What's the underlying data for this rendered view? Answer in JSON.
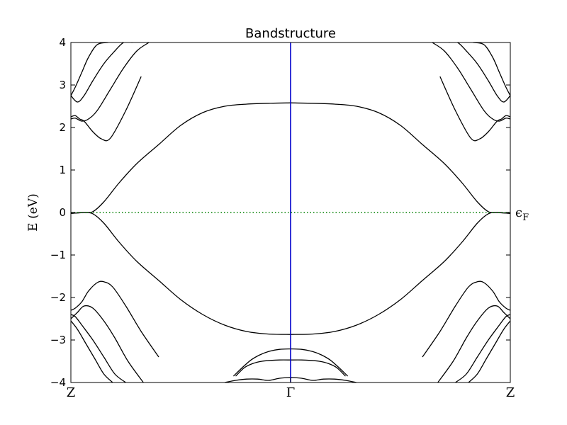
{
  "chart_data": {
    "type": "line",
    "title": "Bandstructure",
    "xlabel": "",
    "ylabel": "E (eV)",
    "xlim": [
      0,
      2
    ],
    "ylim": [
      -4,
      4
    ],
    "grid": false,
    "x_ticks": [
      {
        "value": 0,
        "label": "Z"
      },
      {
        "value": 1,
        "label": "Γ"
      },
      {
        "value": 2,
        "label": "Z"
      }
    ],
    "y_ticks": [
      -4,
      -3,
      -2,
      -1,
      0,
      1,
      2,
      3,
      4
    ],
    "fermi_level": {
      "value": 0,
      "label": "ϵ",
      "label_sub": "F",
      "color": "#008000",
      "style": "dotted"
    },
    "vertical_lines": [
      {
        "value": 1,
        "color": "#0000cc"
      }
    ],
    "band_color": "#000000",
    "bands": [
      {
        "x": [
          0.0,
          0.03,
          0.06,
          0.1,
          0.15,
          0.22,
          0.3,
          0.4,
          0.5,
          0.6,
          0.7,
          0.8,
          0.9,
          1.0
        ],
        "values": [
          -0.02,
          -0.01,
          0.0,
          0.02,
          0.25,
          0.7,
          1.15,
          1.6,
          2.05,
          2.35,
          2.5,
          2.55,
          2.57,
          2.58
        ]
      },
      {
        "x": [
          0.0,
          0.03,
          0.06,
          0.1,
          0.15,
          0.22,
          0.3,
          0.4,
          0.5,
          0.6,
          0.7,
          0.8,
          0.9,
          1.0
        ],
        "values": [
          -0.02,
          -0.01,
          0.0,
          -0.03,
          -0.25,
          -0.7,
          -1.15,
          -1.6,
          -2.05,
          -2.4,
          -2.65,
          -2.8,
          -2.86,
          -2.87
        ]
      },
      {
        "x": [
          0.0,
          0.02,
          0.04,
          0.06,
          0.1,
          0.14,
          0.18,
          0.25,
          0.32
        ],
        "values": [
          2.25,
          2.28,
          2.2,
          2.15,
          1.9,
          1.73,
          1.75,
          2.4,
          3.2
        ]
      },
      {
        "x": [
          0.0,
          0.02,
          0.05,
          0.08,
          0.12,
          0.18,
          0.24,
          0.3,
          0.355
        ],
        "values": [
          2.2,
          2.22,
          2.15,
          2.2,
          2.4,
          2.9,
          3.4,
          3.8,
          4.0
        ]
      },
      {
        "x": [
          0.0,
          0.03,
          0.06,
          0.1,
          0.15,
          0.2,
          0.24,
          0.28
        ],
        "values": [
          2.75,
          2.6,
          2.75,
          3.1,
          3.5,
          3.8,
          4.0,
          4.0
        ]
      },
      {
        "x": [
          0.0,
          0.02,
          0.05,
          0.08,
          0.12,
          0.17
        ],
        "values": [
          2.75,
          2.95,
          3.3,
          3.65,
          3.95,
          4.0
        ]
      },
      {
        "x": [
          0.0,
          0.02,
          0.05,
          0.08,
          0.12,
          0.15,
          0.19,
          0.25,
          0.32,
          0.4
        ],
        "values": [
          -2.3,
          -2.25,
          -2.1,
          -1.85,
          -1.65,
          -1.63,
          -1.75,
          -2.2,
          -2.8,
          -3.4
        ]
      },
      {
        "x": [
          0.0,
          0.03,
          0.06,
          0.1,
          0.15,
          0.2,
          0.26,
          0.33
        ],
        "values": [
          -2.5,
          -2.35,
          -2.2,
          -2.25,
          -2.55,
          -2.95,
          -3.5,
          -4.0
        ]
      },
      {
        "x": [
          0.0,
          0.02,
          0.05,
          0.1,
          0.15,
          0.2,
          0.25
        ],
        "values": [
          -2.4,
          -2.45,
          -2.65,
          -3.0,
          -3.4,
          -3.8,
          -4.0
        ]
      },
      {
        "x": [
          0.0,
          0.03,
          0.07,
          0.11,
          0.15,
          0.19
        ],
        "values": [
          -2.55,
          -2.75,
          -3.1,
          -3.45,
          -3.8,
          -4.0
        ]
      },
      {
        "x": [
          0.74,
          0.78,
          0.82,
          0.86,
          0.9,
          0.95,
          1.0
        ],
        "values": [
          -3.85,
          -3.65,
          -3.47,
          -3.35,
          -3.27,
          -3.22,
          -3.21
        ]
      },
      {
        "x": [
          0.75,
          0.79,
          0.83,
          0.87,
          0.91,
          0.95,
          1.0
        ],
        "values": [
          -3.85,
          -3.65,
          -3.55,
          -3.5,
          -3.48,
          -3.47,
          -3.47
        ]
      },
      {
        "x": [
          0.7,
          0.75,
          0.8,
          0.85,
          0.9,
          0.95,
          1.0
        ],
        "values": [
          -4.0,
          -3.95,
          -3.92,
          -3.92,
          -3.95,
          -3.9,
          -3.88
        ]
      }
    ]
  }
}
